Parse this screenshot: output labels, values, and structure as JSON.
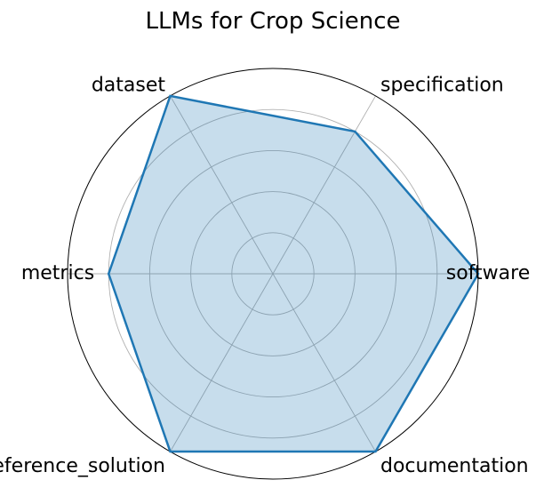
{
  "chart_data": {
    "type": "radar",
    "title": "LLMs for Crop Science",
    "categories": [
      "software",
      "specification",
      "dataset",
      "metrics",
      "reference_solution",
      "documentation"
    ],
    "values": [
      5,
      4,
      5,
      4,
      5,
      5
    ],
    "rlim": [
      0,
      5
    ],
    "rticks": [
      1,
      2,
      3,
      4,
      5
    ],
    "grid": true,
    "legend": "none",
    "colors": {
      "line": "#1f77b4",
      "fill": "#1f77b4",
      "grid": "#b0b0b0",
      "spine": "#000000"
    }
  }
}
